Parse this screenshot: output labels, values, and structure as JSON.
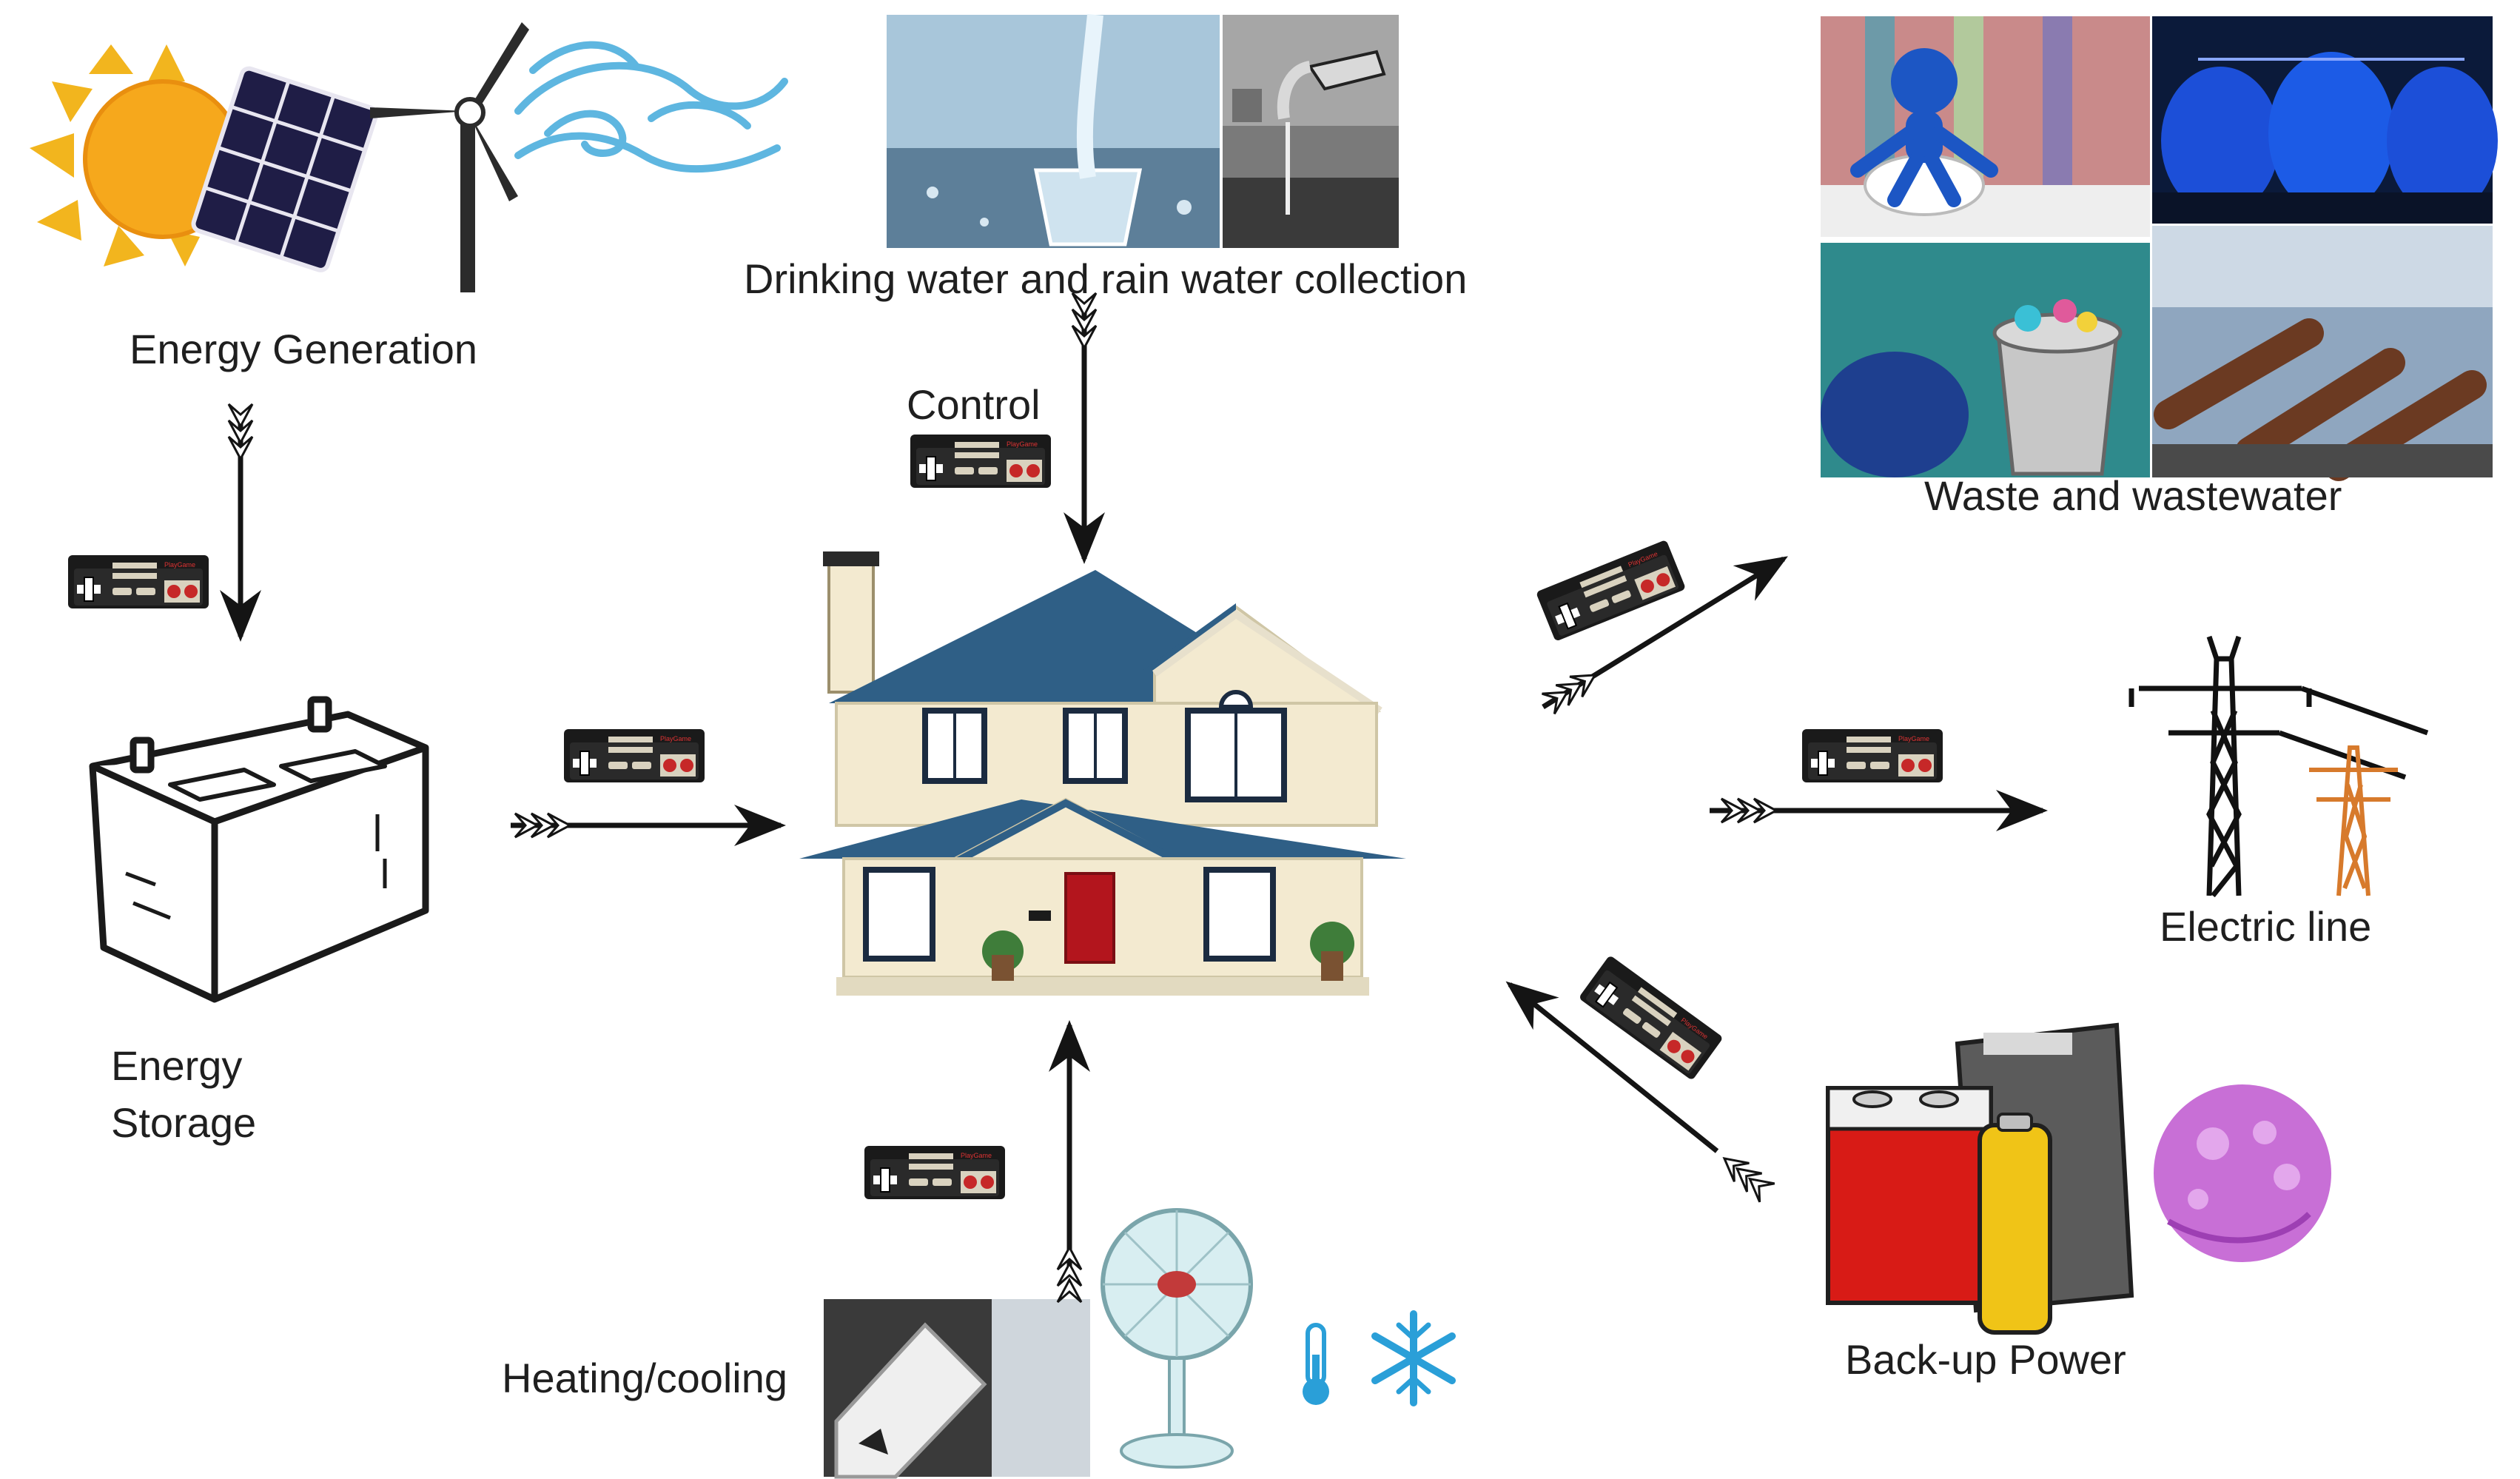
{
  "labels": {
    "energy_generation": "Energy Generation",
    "drinking_water": "Drinking water and rain water collection",
    "control": "Control",
    "waste": "Waste and wastewater",
    "energy_storage_line1": "Energy",
    "energy_storage_line2": "Storage",
    "electric_line": "Electric line",
    "heating_cooling": "Heating/cooling",
    "backup_power": "Back-up Power"
  },
  "icons": [
    "sun-icon",
    "solar-panel-icon",
    "wind-turbine-icon",
    "wind-wave-icon",
    "water-glass-icon",
    "faucet-icon",
    "toilet-figure-icon",
    "treatment-tanks-icon",
    "trash-can-icon",
    "pipes-icon",
    "car-battery-icon",
    "house-icon",
    "power-pylon-icon",
    "batteries-icon",
    "bath-bomb-icon",
    "thermostat-icon",
    "fan-icon",
    "thermometer-icon",
    "snowflake-icon",
    "controller-icon"
  ],
  "colors": {
    "arrow": "#141414",
    "roof": "#2f5f86",
    "house_wall": "#f3ead0",
    "door": "#b3151d",
    "sun": "#f6a81c",
    "sun_rays": "#f2b51e",
    "wave": "#5eb6e0",
    "battery_red": "#d81b16",
    "battery_yellow": "#f0c417",
    "pylon_orange": "#d77a2c",
    "snowflake": "#2a9fd8"
  }
}
